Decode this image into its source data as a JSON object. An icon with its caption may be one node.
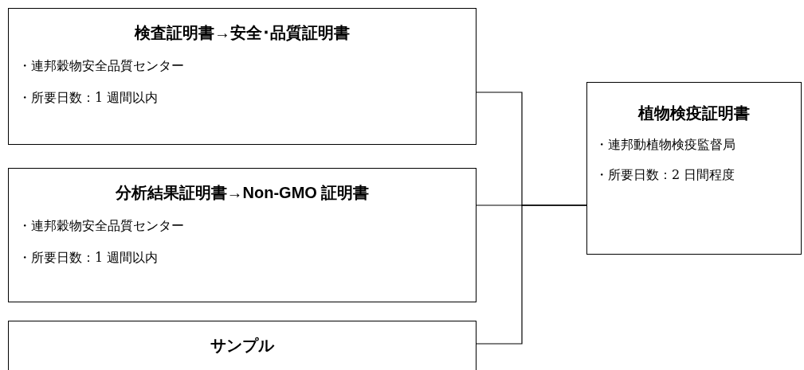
{
  "diagram": {
    "nodes": [
      {
        "text": [
          "検査証明書→安全･品質証明書",
          "・連邦穀物安全品質センター",
          "・所要日数：1 週間以内"
        ]
      },
      {
        "text": [
          "分析結果証明書→Non-GMO 証明書",
          "・連邦穀物安全品質センター",
          "・所要日数：1 週間以内"
        ]
      },
      {
        "text": [
          "サンプル"
        ]
      },
      {
        "text": [
          "植物検疫証明書",
          "・連邦動植物検疫監督局",
          "・所要日数：2 日間程度"
        ]
      }
    ],
    "edges": [
      {
        "from": 0,
        "to": 3,
        "arrow": "none"
      },
      {
        "from": 1,
        "to": 3,
        "arrow": "none"
      },
      {
        "from": 2,
        "to": 3,
        "arrow": "none"
      }
    ]
  }
}
